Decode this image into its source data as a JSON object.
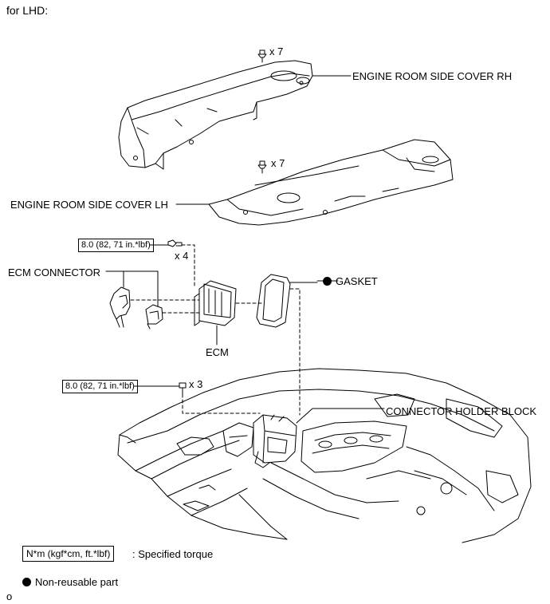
{
  "header": {
    "text": "for LHD:"
  },
  "parts": {
    "cover_rh": "ENGINE ROOM SIDE COVER RH",
    "cover_lh": "ENGINE ROOM SIDE COVER LH",
    "ecm_connector": "ECM CONNECTOR",
    "ecm": "ECM",
    "gasket": "GASKET",
    "connector_holder_block": "CONNECTOR HOLDER BLOCK"
  },
  "quantities": {
    "clip_rh": "x 7",
    "clip_lh": "x 7",
    "bolt_ecm": "x 4",
    "bolt_holder": "x 3"
  },
  "torques": {
    "ecm_bolt": "8.0 (82, 71 in.*lbf)",
    "holder_bolt": "8.0 (82, 71 in.*lbf)"
  },
  "legend": {
    "torque_box": "N*m (kgf*cm, ft.*lbf)",
    "torque_text": ": Specified torque",
    "nonreusable_text": "Non-reusable part"
  },
  "footer": {
    "code": "o"
  }
}
